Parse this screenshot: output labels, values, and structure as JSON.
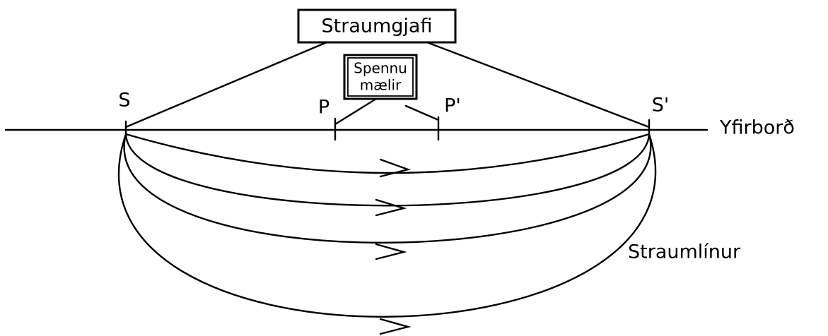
{
  "labels": {
    "current_source": "Straumgjafi",
    "voltmeter_line1": "Spennu",
    "voltmeter_line2": "mælir",
    "electrode_s": "S",
    "electrode_s_prime": "S'",
    "electrode_p": "P",
    "electrode_p_prime": "P'",
    "surface": "Yfirborð",
    "current_lines": "Straumlínur"
  },
  "colors": {
    "ink": "#000000",
    "paper": "#ffffff"
  }
}
